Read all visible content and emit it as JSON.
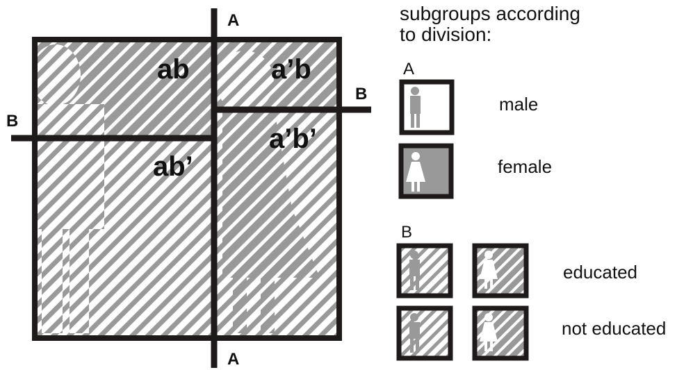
{
  "colors": {
    "dark": "#1e1a1a",
    "gray": "#999999",
    "white": "#ffffff"
  },
  "diagram": {
    "cell_labels": {
      "ab": "ab",
      "a_prime_b": "a’b",
      "ab_prime": "ab’",
      "a_prime_b_prime": "a’b’"
    },
    "axis_labels": {
      "a_top": "A",
      "a_bottom": "A",
      "b_left": "B",
      "b_right": "B"
    }
  },
  "legend": {
    "title_line1": "subgroups according",
    "title_line2": "to  division:",
    "section_a": "A",
    "section_b": "B",
    "male": "male",
    "female": "female",
    "educated": "educated",
    "not_educated": "not educated"
  }
}
